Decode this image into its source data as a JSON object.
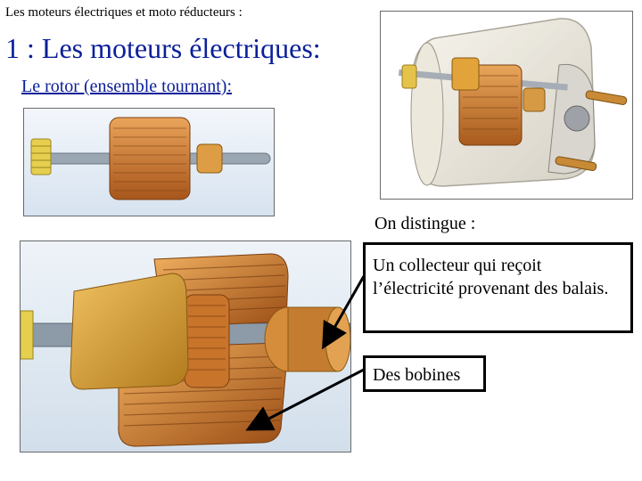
{
  "header": {
    "text": "Les moteurs électriques et moto réducteurs :"
  },
  "title": {
    "text": "1 : Les moteurs électriques:"
  },
  "subtitle": {
    "text": "Le rotor (ensemble tournant):"
  },
  "intro": {
    "text": "On distingue :"
  },
  "callouts": [
    {
      "text": "Un collecteur qui reçoit l’électricité provenant des balais."
    },
    {
      "text": "Des bobines"
    }
  ],
  "colors": {
    "title": "#0b1f99",
    "copper": "#c8742a",
    "brass": "#e2a43a",
    "shaft": "#8d9aa8"
  }
}
